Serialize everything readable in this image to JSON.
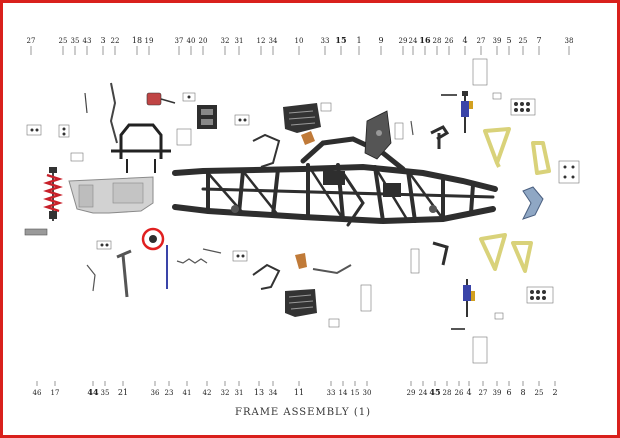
{
  "title": "FRAME ASSEMBLY (1)",
  "colors": {
    "border": "#d9201c",
    "frame": "#2e2e2e",
    "swingarm": "#d9d27a",
    "bumper": "#cfcfcf",
    "shock_spring": "#c8202a",
    "shock_body": "#3a44a8",
    "copper": "#c07a38",
    "highlight": "#e02020"
  },
  "top_labels": [
    "27",
    "25",
    "35",
    "43",
    "3",
    "22",
    "18",
    "19",
    "37",
    "40",
    "20",
    "32",
    "31",
    "12",
    "34",
    "10",
    "33",
    "15",
    "1",
    "9",
    "29",
    "24",
    "16",
    "28",
    "26",
    "4",
    "27",
    "39",
    "5",
    "25",
    "7",
    "38"
  ],
  "bottom_labels": [
    "46",
    "17",
    "44",
    "35",
    "21",
    "36",
    "23",
    "41",
    "42",
    "32",
    "31",
    "13",
    "34",
    "11",
    "33",
    "14",
    "15",
    "30",
    "29",
    "24",
    "45",
    "28",
    "26",
    "4",
    "27",
    "39",
    "6",
    "8",
    "25",
    "2"
  ],
  "circled_top": [
    "3",
    "18",
    "1",
    "9",
    "16",
    "4",
    "5",
    "7"
  ],
  "circled_bottom": [
    "21",
    "13",
    "11",
    "4",
    "6",
    "8",
    "2"
  ]
}
